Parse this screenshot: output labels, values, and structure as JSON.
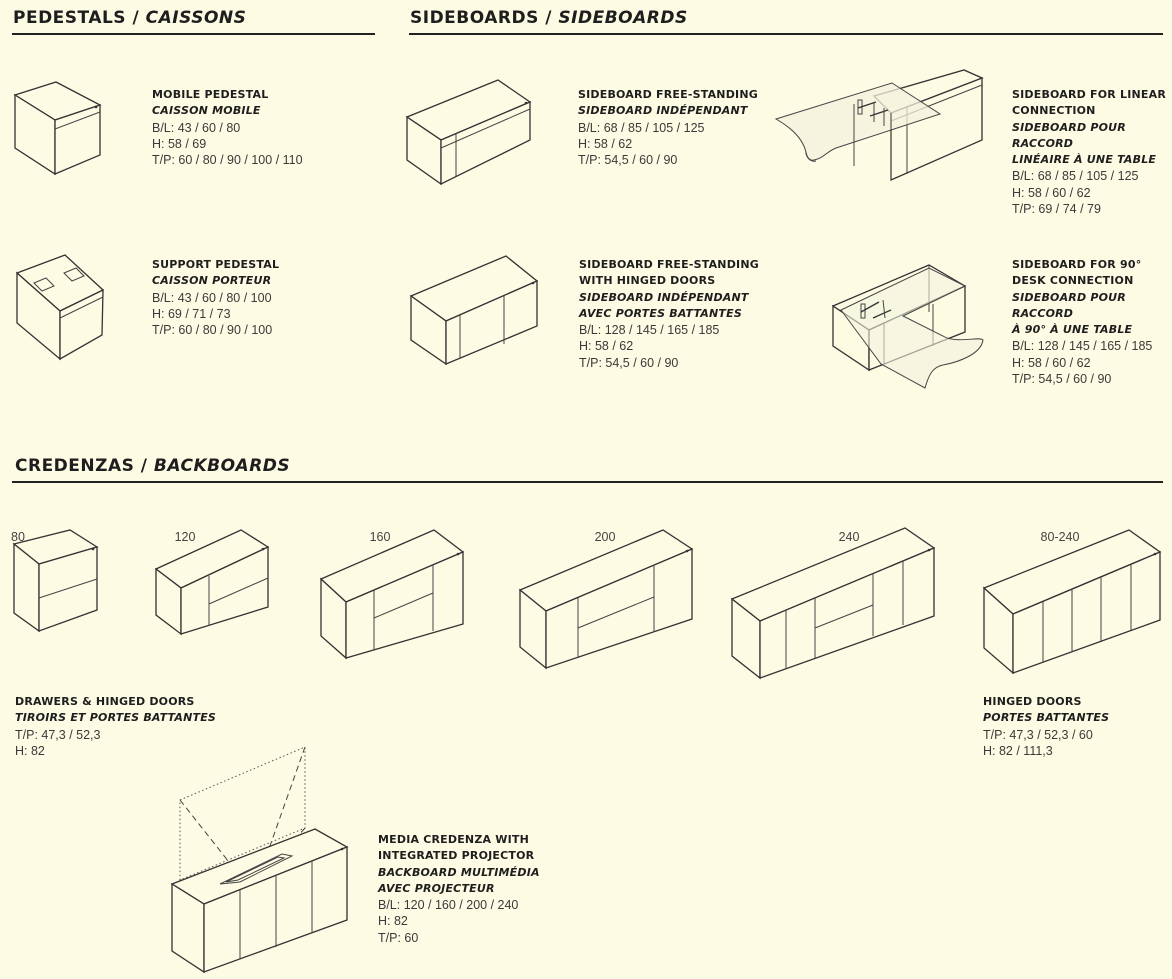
{
  "sections": {
    "pedestals": {
      "title_en": "PEDESTALS",
      "title_fr": "CAISSONS"
    },
    "sideboards": {
      "title_en": "SIDEBOARDS",
      "title_fr": "SIDEBOARDS"
    },
    "credenzas": {
      "title_en": "CREDENZAS",
      "title_fr": "BACKBOARDS"
    }
  },
  "separator": " / ",
  "pedestals": [
    {
      "name_en": "MOBILE PEDESTAL",
      "name_fr": "CAISSON MOBILE",
      "specs": [
        "B/L: 43 / 60 / 80",
        "H: 58 / 69",
        "T/P: 60 / 80 / 90 / 100 / 110"
      ]
    },
    {
      "name_en": "SUPPORT PEDESTAL",
      "name_fr": "CAISSON PORTEUR",
      "specs": [
        "B/L: 43 / 60 / 80 / 100",
        "H: 69 / 71 / 73",
        "T/P: 60 / 80 / 90 / 100"
      ]
    }
  ],
  "sideboards": [
    {
      "name_en": [
        "SIDEBOARD FREE-STANDING"
      ],
      "name_fr": [
        "SIDEBOARD INDÉPENDANT"
      ],
      "specs": [
        "B/L: 68 / 85 / 105 / 125",
        "H: 58 / 62",
        "T/P: 54,5 / 60 / 90"
      ]
    },
    {
      "name_en": [
        "SIDEBOARD FOR LINEAR",
        "CONNECTION"
      ],
      "name_fr": [
        "SIDEBOARD POUR RACCORD",
        "LINÉAIRE À UNE TABLE"
      ],
      "specs": [
        "B/L: 68 / 85 / 105 / 125",
        "H: 58 / 60 / 62",
        "T/P: 69 / 74 / 79"
      ]
    },
    {
      "name_en": [
        "SIDEBOARD FREE-STANDING",
        "WITH HINGED DOORS"
      ],
      "name_fr": [
        "SIDEBOARD INDÉPENDANT",
        "AVEC PORTES BATTANTES"
      ],
      "specs": [
        "B/L: 128 / 145 / 165 / 185",
        "H: 58 / 62",
        "T/P: 54,5 / 60 / 90"
      ]
    },
    {
      "name_en": [
        "SIDEBOARD FOR 90°",
        "DESK CONNECTION"
      ],
      "name_fr": [
        "SIDEBOARD POUR RACCORD",
        "À 90° À UNE TABLE"
      ],
      "specs": [
        "B/L: 128 / 145 / 165 / 185",
        "H: 58 / 60 / 62",
        "T/P: 54,5 / 60 / 90"
      ]
    }
  ],
  "credenza_widths": [
    "80",
    "120",
    "160",
    "200",
    "240",
    "80-240"
  ],
  "credenza_types": [
    {
      "name_en": "DRAWERS & HINGED DOORS",
      "name_fr": "TIROIRS ET PORTES BATTANTES",
      "specs": [
        "T/P: 47,3 / 52,3",
        "H: 82"
      ]
    },
    {
      "name_en": "HINGED DOORS",
      "name_fr": "PORTES BATTANTES",
      "specs": [
        "T/P: 47,3 / 52,3 / 60",
        "H: 82 / 111,3"
      ]
    }
  ],
  "media": {
    "name_en": [
      "MEDIA CREDENZA WITH",
      "INTEGRATED PROJECTOR"
    ],
    "name_fr": [
      "BACKBOARD MULTIMÉDIA",
      "AVEC PROJECTEUR"
    ],
    "specs": [
      "B/L: 120 / 160 / 200 / 240",
      "H: 82",
      "T/P: 60"
    ]
  },
  "colors": {
    "background": "#fdfbe3",
    "ink": "#222222"
  }
}
